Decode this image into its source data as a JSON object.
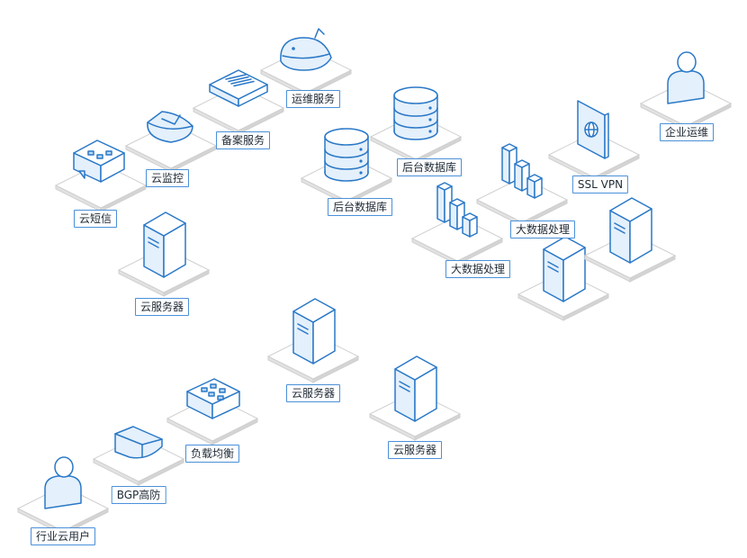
{
  "colors": {
    "primary_stroke": "#2a78c7",
    "light_fill": "#e4f0fb",
    "mid_fill": "#b9d7f2",
    "platform_fill": "#ffffff",
    "platform_stroke": "#cfcfcf",
    "platform_side": "#e2e2e2"
  },
  "nodes": [
    {
      "key": "ops-service",
      "label": "运维服务",
      "icon": "whale-icon"
    },
    {
      "key": "filing-service",
      "label": "备案服务",
      "icon": "document-box-icon"
    },
    {
      "key": "cloud-monitor",
      "label": "云监控",
      "icon": "monitor-dish-icon"
    },
    {
      "key": "cloud-sms",
      "label": "云短信",
      "icon": "sms-building-icon"
    },
    {
      "key": "cloud-server-1",
      "label": "云服务器",
      "icon": "server-icon"
    },
    {
      "key": "backend-db-1",
      "label": "后台数据库",
      "icon": "database-icon"
    },
    {
      "key": "backend-db-2",
      "label": "后台数据库",
      "icon": "database-icon"
    },
    {
      "key": "bigdata-1",
      "label": "大数据处理",
      "icon": "bar-blocks-icon"
    },
    {
      "key": "bigdata-2",
      "label": "大数据处理",
      "icon": "bar-blocks-icon"
    },
    {
      "key": "ssl-vpn",
      "label": "SSL VPN",
      "icon": "vpn-globe-icon"
    },
    {
      "key": "enterprise-ops",
      "label": "企业运维",
      "icon": "user-icon"
    },
    {
      "key": "server-pair-a",
      "label": "",
      "icon": "server-icon"
    },
    {
      "key": "server-pair-b",
      "label": "",
      "icon": "server-icon"
    },
    {
      "key": "cloud-server-2",
      "label": "云服务器",
      "icon": "server-icon"
    },
    {
      "key": "cloud-server-3",
      "label": "云服务器",
      "icon": "server-icon"
    },
    {
      "key": "load-balance",
      "label": "负载均衡",
      "icon": "load-balancer-icon"
    },
    {
      "key": "bgp-defense",
      "label": "BGP高防",
      "icon": "shield-plate-icon"
    },
    {
      "key": "industry-user",
      "label": "行业云用户",
      "icon": "user-icon"
    }
  ]
}
